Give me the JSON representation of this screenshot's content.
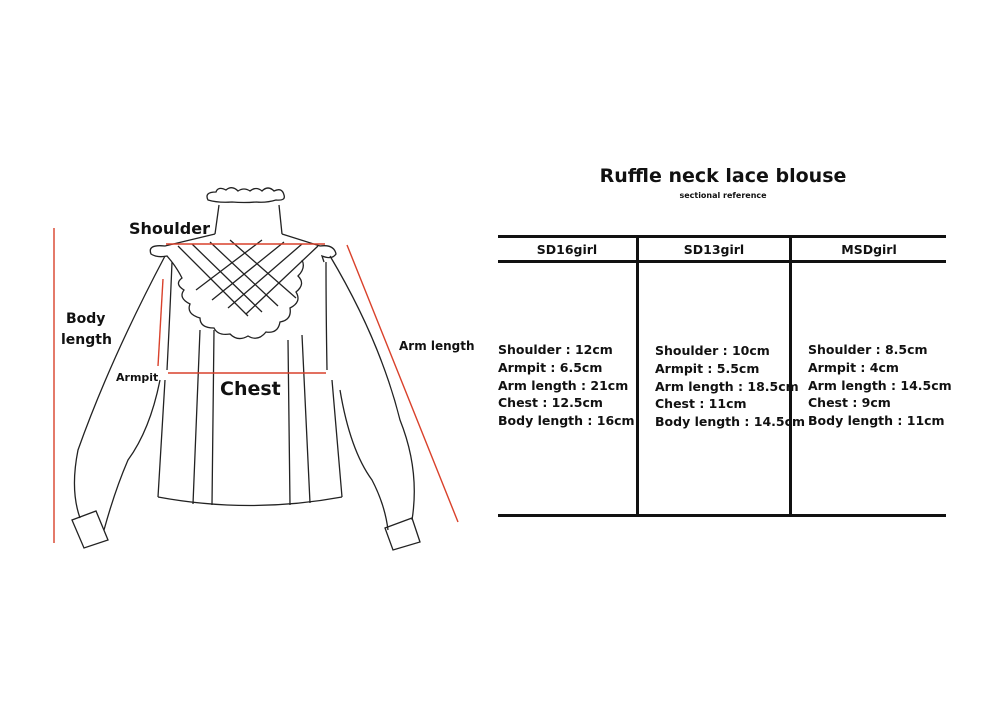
{
  "diagram": {
    "labels": {
      "shoulder": "Shoulder",
      "body_length_1": "Body",
      "body_length_2": "length",
      "armpit": "Armpit",
      "chest": "Chest",
      "arm_length": "Arm length"
    },
    "measure_line_color": "#d9412b"
  },
  "table": {
    "title": "Ruffle neck lace blouse",
    "subtitle": "sectional reference",
    "columns": [
      {
        "header": "SD16girl",
        "rows": [
          "Shoulder : 12cm",
          "Armpit : 6.5cm",
          "Arm length : 21cm",
          "Chest : 12.5cm",
          "Body length : 16cm"
        ]
      },
      {
        "header": "SD13girl",
        "rows": [
          "Shoulder : 10cm",
          "Armpit : 5.5cm",
          "Arm length : 18.5cm",
          "Chest : 11cm",
          "Body length : 14.5cm"
        ]
      },
      {
        "header": "MSDgirl",
        "rows": [
          "Shoulder : 8.5cm",
          "Armpit : 4cm",
          "Arm length : 14.5cm",
          "Chest : 9cm",
          "Body length : 11cm"
        ]
      }
    ]
  }
}
